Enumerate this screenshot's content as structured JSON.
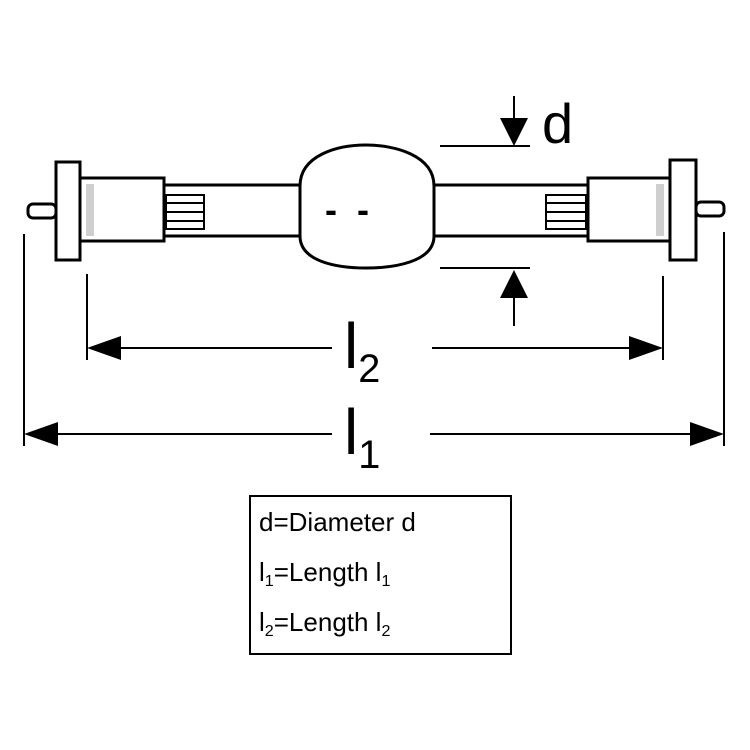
{
  "diagram": {
    "labels": {
      "d": "d",
      "l2_main": "l",
      "l2_sub": "2",
      "l1_main": "l",
      "l1_sub": "1"
    },
    "bulb_marks": "-  -"
  },
  "legend": {
    "row1": "d=Diameter d",
    "row2": {
      "a": "l",
      "a_sub": "1",
      "b": "=Length l",
      "b_sub": "1"
    },
    "row3": {
      "a": "l",
      "a_sub": "2",
      "b": "=Length l",
      "b_sub": "2"
    }
  },
  "colors": {
    "line": "#000000",
    "background": "#ffffff",
    "socket_gray": "#cfcfcf"
  }
}
